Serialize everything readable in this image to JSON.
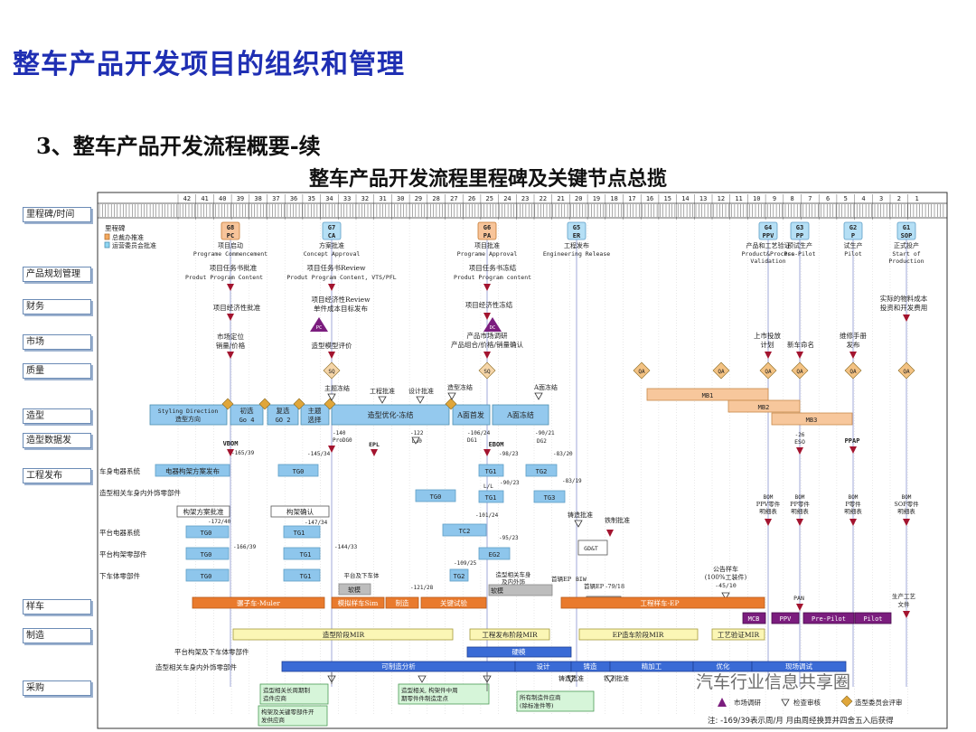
{
  "title": "整车产品开发项目的组织和管理",
  "subtitle": "3、整车产品开发流程概要-续",
  "chart_title": "整车产品开发流程里程碑及关键节点总揽",
  "week_numbers": [
    "42",
    "41",
    "40",
    "39",
    "38",
    "37",
    "36",
    "35",
    "34",
    "33",
    "32",
    "31",
    "30",
    "29",
    "28",
    "27",
    "26",
    "25",
    "24",
    "23",
    "22",
    "21",
    "20",
    "19",
    "18",
    "17",
    "16",
    "15",
    "14",
    "13",
    "12",
    "11",
    "10",
    "9",
    "8",
    "7",
    "6",
    "5",
    "4",
    "3",
    "2",
    "1"
  ],
  "row_labels": [
    "里程碑/时间",
    "产品规划管理",
    "财务",
    "市场",
    "质量",
    "造型",
    "造型数据发",
    "工程发布",
    "样车",
    "制造",
    "采购"
  ],
  "legend": {
    "title": "里程碑",
    "item1": "总裁办推准",
    "item2": "运营委员会批准"
  },
  "gates": [
    {
      "code": "G8",
      "sub": "PC",
      "cn": "项目启动",
      "en": "Programe Commencement"
    },
    {
      "code": "G7",
      "sub": "CA",
      "cn": "方案批准",
      "en": "Concept Approval"
    },
    {
      "code": "G6",
      "sub": "PA",
      "cn": "项目批准",
      "en": "Programe Approval"
    },
    {
      "code": "G5",
      "sub": "ER",
      "cn": "工程发布",
      "en": "Engineering Release"
    },
    {
      "code": "G4",
      "sub": "PPV",
      "cn": "产品和工艺验证",
      "en": "Product&Process",
      "en2": "Validation"
    },
    {
      "code": "G3",
      "sub": "PP",
      "cn": "预试生产",
      "en": "Pre-Pilot"
    },
    {
      "code": "G2",
      "sub": "P",
      "cn": "试生产",
      "en": "Pilot"
    },
    {
      "code": "G1",
      "sub": "SOP",
      "cn": "正式投产",
      "en": "Start of",
      "en2": "Production"
    }
  ],
  "planning": {
    "t1a": "项目任务书批准",
    "t1b": "Produt Program Content",
    "t2a": "项目任务书Review",
    "t2b": "Produt Program Content, VTS/PFL",
    "t3a": "项目任务书冻结",
    "t3b": "Produt Program content"
  },
  "finance": {
    "a": "项目经济性批准",
    "b": "项目经济性Review",
    "c": "单件成本目标发布",
    "d": "项目经济性冻结",
    "e": "实际的物料成本",
    "f": "投资和开发费用"
  },
  "market": {
    "a1": "市场定位",
    "a2": "销量/价格",
    "b": "造型模型评价",
    "c1": "产品市场调研",
    "c2": "产品组合/价格/销量确认",
    "d1": "上市投放",
    "d2": "计划",
    "e": "新车命名",
    "f1": "维修手册",
    "f2": "发布",
    "pc": "PC",
    "dc": "DC"
  },
  "quality": {
    "sq": "SQ",
    "qa": "QA"
  },
  "styling": {
    "direction1": "Styling Direction",
    "direction2": "造型方向",
    "choice1a": "初选",
    "choice1b": "Go 4",
    "choice2a": "复选",
    "choice2b": "GO 2",
    "choice3a": "主题",
    "choice3b": "选择",
    "opt": "造型优化-冻结",
    "a_first": "A面首发",
    "a_freeze": "A面冻结",
    "freeze": "主题冻结",
    "eng_ok": "工程批准",
    "des_ok": "设计批准",
    "style_freeze": "造型冻结",
    "a_freeze_small": "A面冻结",
    "mb1": "MB1",
    "mb2": "MB2",
    "mb3": "MB3"
  },
  "data_release": {
    "vbom": "VBOM",
    "ebom": "EBOM",
    "ppap": "PPAP",
    "eso": "ESO",
    "n1": "-165/39",
    "n2": "-145/34",
    "n3": "-140",
    "n4": "ProDG0",
    "n5": "-122",
    "n6": "DG0",
    "n7": "EPL",
    "n8": "-106/24",
    "n9": "DG1",
    "n10": "-90/21",
    "n11": "DG2",
    "n12": "-26"
  },
  "engineering": {
    "body_elec": "车身电器系统",
    "body_elec_box": "电器构架方案发布",
    "trim": "造型相关车身内外饰零部件",
    "arch": "构架方案批准",
    "arch2": "构架确认",
    "plat_elec": "平台电器系统",
    "plat_frame": "平台构架零部件",
    "under": "下车体零部件",
    "tg0": "TG0",
    "tg1": "TG1",
    "tg2": "TG2",
    "tg3": "TG3",
    "tg1b": "TG1",
    "tg2b": "TG2",
    "tg0b": "TG0",
    "eg2": "EG2",
    "tc2": "TC2",
    "l1": "L/L",
    "n1": "-98/23",
    "n2": "-83/20",
    "n3": "-90/23",
    "n4": "-83/19",
    "n5": "-172/40",
    "n6": "-147/34",
    "n7": "-101/24",
    "n8": "-95/23",
    "n9": "-166/39",
    "n10": "-144/33",
    "n11": "-109/25",
    "n12": "-121/28",
    "castok": "铸造批准",
    "castok2": "铁制批准",
    "gdt": "GD&T",
    "plat_under": "平台及下车体",
    "soft_mold": "软模",
    "trim_in": "造型相关车身",
    "trim_in2": "及内外饰",
    "bom": "BOM",
    "ppv_list": "PPV零件",
    "ppv_list2": "明细表",
    "pp_list": "PP零件",
    "p_list": "P零件",
    "sop_list": "SOP零件",
    "pan": "PAN",
    "notice": "公告样车",
    "notice2": "(100%工装件)",
    "notice3": "-45/10",
    "first_ep": "首辆EP",
    "biw": "BIW",
    "first_ep2": "首辆EP -79/18",
    "key_test": "关键试验"
  },
  "prototype": {
    "mule": "骡子车-Muler",
    "sim": "模拟样车Sim",
    "build": "制造",
    "key": "关键试验",
    "ep": "工程样车-EP",
    "mcb": "MCB",
    "ppv": "PPV",
    "prepilot": "Pre-Pilot",
    "pilot": "Pilot",
    "proc_doc": "生产工艺",
    "proc_doc2": "文件"
  },
  "manufacturing": {
    "mtr1": "造型阶段MIR",
    "mtr2": "工程发布阶段MIR",
    "mtr3": "EP造车阶段MIR",
    "mtr4": "工艺验证MIR",
    "hard": "硬模",
    "plat_lbl": "平台构架及下车体零部件",
    "trim_lbl": "造型相关车身内外饰零部件",
    "mfg_analysis": "可制造分析",
    "design": "设计",
    "cast": "铸造",
    "machining": "精加工",
    "opt": "优化",
    "onsite": "现场调试"
  },
  "purchasing": {
    "p1a": "造型相关长周期制",
    "p1b": "造件应商",
    "p2a": "造型相关, 构架件中周",
    "p2b": "期零件件制造定点",
    "p3a": "所有制造件应商",
    "p3b": "(除标准件等)",
    "p4a": "构架及关键零部件开",
    "p4b": "发供应商",
    "castok": "铸造批准",
    "ironok": "铁制批准"
  },
  "legend2": {
    "survey": "市场调研",
    "review": "检查审核",
    "ops": "造型委员会评审"
  },
  "footnote": "注: -169/39表示周/月  月由周经换算并四舍五入后获得",
  "watermark": "汽车行业信息共享圈",
  "colors": {
    "title": "#1f2fb3",
    "orange": "#e97a2d",
    "mtr": "#fbf6b5",
    "blue": "#3a6bd6",
    "purple": "#7b1d7e",
    "lightblue": "#94c9ee",
    "tg": "#8ec6ec",
    "mb": "#f7c79c"
  }
}
